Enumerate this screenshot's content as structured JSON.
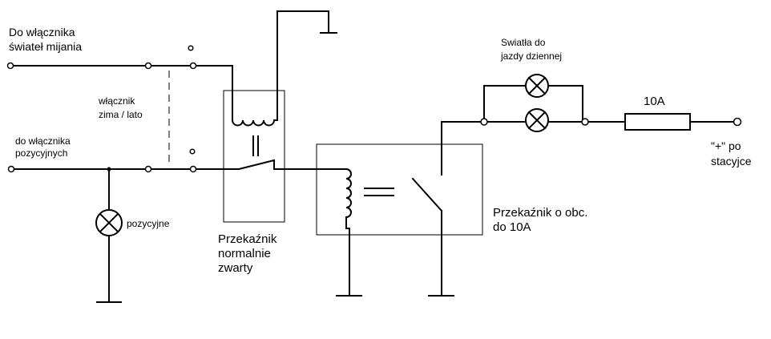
{
  "labels": {
    "input_low_beam": [
      "Do włącznika",
      "świateł mijania"
    ],
    "input_position": [
      "do włącznika",
      "pozycyjnych"
    ],
    "summer_winter_switch": [
      "włącznik",
      "zima / lato"
    ],
    "position_lamp": "pozycyjne",
    "nc_relay": [
      "Przekaźnik",
      "normalnie",
      "zwarty"
    ],
    "no_relay": [
      "Przekaźnik o obc.",
      "do 10A"
    ],
    "drl_lamps": [
      "Swiatła do",
      "jazdy dziennej"
    ],
    "fuse": "10A",
    "power_source": [
      "\"+\" po",
      "stacyjce"
    ]
  },
  "colors": {
    "ink": "#000000",
    "background": "#ffffff"
  }
}
